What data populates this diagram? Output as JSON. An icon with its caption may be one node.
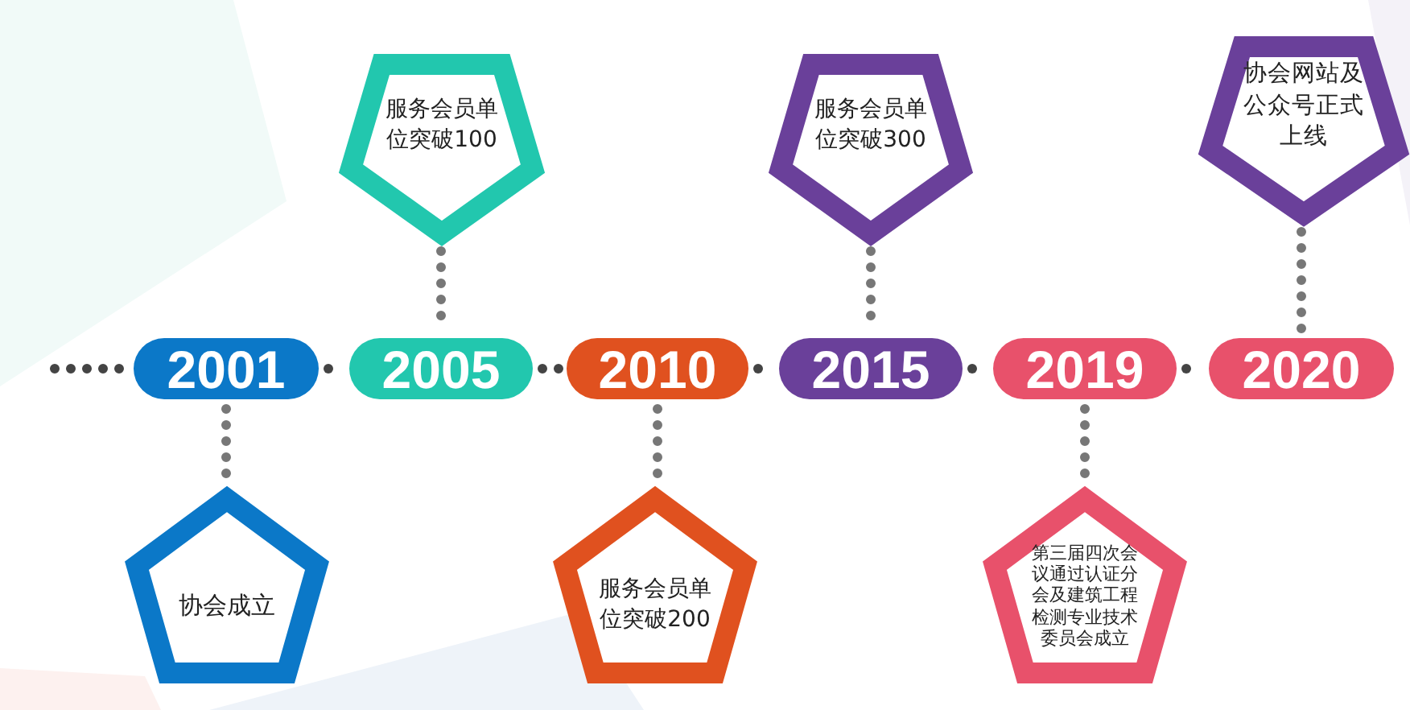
{
  "diagram": {
    "nodes": [
      {
        "text": [
          "2001"
        ]
      },
      {
        "text": [
          "2005"
        ]
      },
      {
        "text": [
          "2010"
        ]
      },
      {
        "text": [
          "2015"
        ]
      },
      {
        "text": [
          "2019"
        ]
      },
      {
        "text": [
          "2020"
        ]
      },
      {
        "text": [
          "协会成立"
        ]
      },
      {
        "text": [
          "服务会员单位突破100"
        ]
      },
      {
        "text": [
          "服务会员单位突破200"
        ]
      },
      {
        "text": [
          "服务会员单位突破300"
        ]
      },
      {
        "text": [
          "第三届四次会议通过认证分会及建筑工程检测专业技术委员会成立"
        ]
      },
      {
        "text": [
          "协会网站及公众号正式上线"
        ]
      }
    ],
    "edges": [
      {
        "from": null,
        "to": 0,
        "arrow": "none"
      },
      {
        "from": 0,
        "to": 1,
        "arrow": "none"
      },
      {
        "from": 1,
        "to": 2,
        "arrow": "none"
      },
      {
        "from": 2,
        "to": 3,
        "arrow": "none"
      },
      {
        "from": 3,
        "to": 4,
        "arrow": "none"
      },
      {
        "from": 4,
        "to": 5,
        "arrow": "none"
      },
      {
        "from": 0,
        "to": 6,
        "arrow": "none"
      },
      {
        "from": 1,
        "to": 7,
        "arrow": "none"
      },
      {
        "from": 2,
        "to": 8,
        "arrow": "none"
      },
      {
        "from": 3,
        "to": 9,
        "arrow": "none"
      },
      {
        "from": 4,
        "to": 10,
        "arrow": "none"
      },
      {
        "from": 5,
        "to": 11,
        "arrow": "none"
      }
    ]
  }
}
